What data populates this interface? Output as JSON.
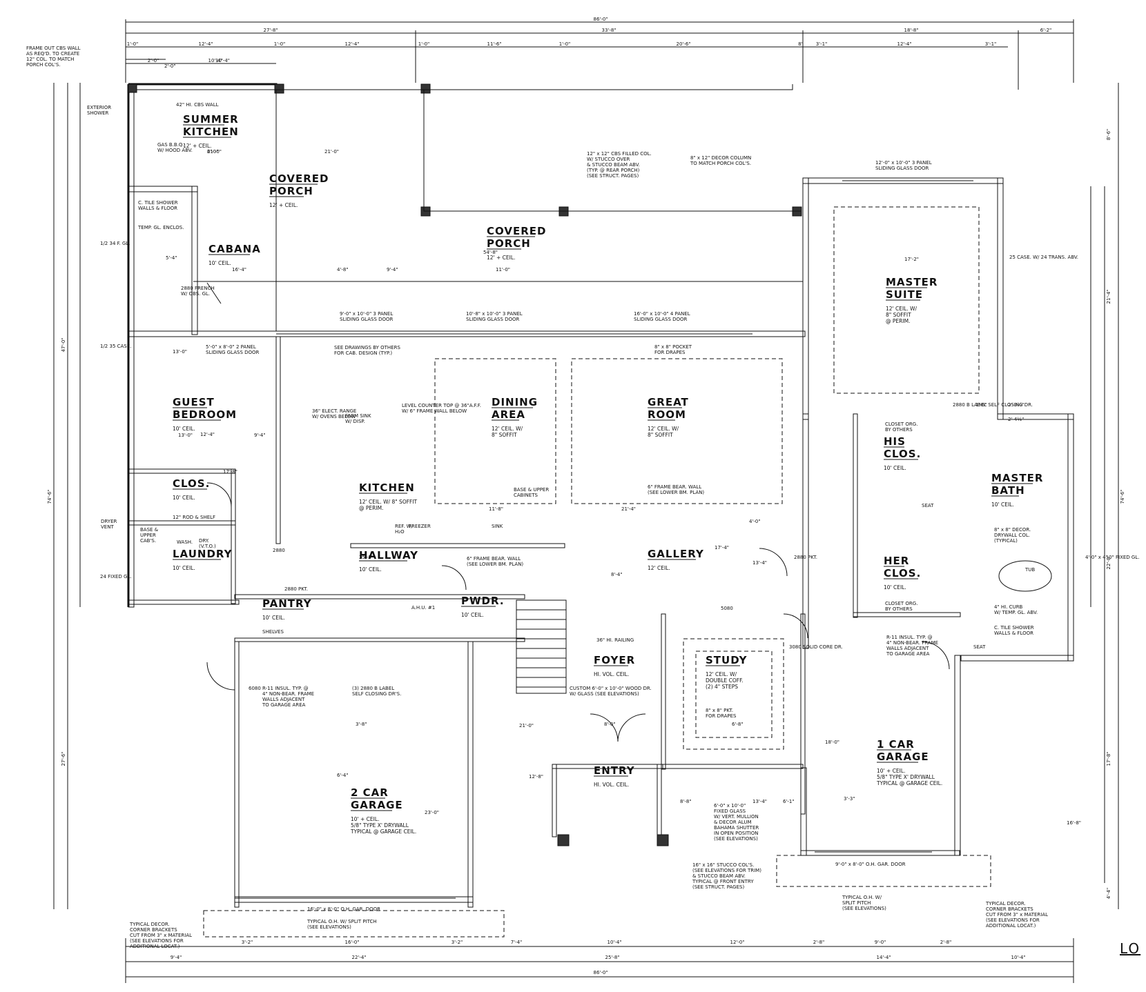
{
  "title_fragment": "LO",
  "rooms": [
    {
      "id": "summer-kitchen",
      "name": [
        "SUMMER",
        "KITCHEN"
      ],
      "sub": [
        "12' + CEIL."
      ]
    },
    {
      "id": "covered-porch-left",
      "name": [
        "COVERED",
        "PORCH"
      ],
      "sub": [
        "12' + CEIL."
      ]
    },
    {
      "id": "covered-porch-center",
      "name": [
        "COVERED",
        "PORCH"
      ],
      "sub": [
        "12' + CEIL."
      ]
    },
    {
      "id": "cabana",
      "name": [
        "CABANA"
      ],
      "sub": [
        "10' CEIL."
      ]
    },
    {
      "id": "master-suite",
      "name": [
        "MASTER",
        "SUITE"
      ],
      "sub": [
        "12' CEIL. W/",
        "8\" SOFFIT",
        "@ PERIM."
      ]
    },
    {
      "id": "guest-bedroom",
      "name": [
        "GUEST",
        "BEDROOM"
      ],
      "sub": [
        "10' CEIL."
      ]
    },
    {
      "id": "dining-area",
      "name": [
        "DINING",
        "AREA"
      ],
      "sub": [
        "12' CEIL. W/",
        "8\" SOFFIT"
      ]
    },
    {
      "id": "great-room",
      "name": [
        "GREAT",
        "ROOM"
      ],
      "sub": [
        "12' CEIL. W/",
        "8\" SOFFIT"
      ]
    },
    {
      "id": "kitchen",
      "name": [
        "KITCHEN"
      ],
      "sub": [
        "12' CEIL. W/ 8\" SOFFIT",
        "@ PERIM."
      ]
    },
    {
      "id": "clos",
      "name": [
        "CLOS."
      ],
      "sub": [
        "10' CEIL."
      ]
    },
    {
      "id": "his-clos",
      "name": [
        "HIS",
        "CLOS."
      ],
      "sub": [
        "10' CEIL."
      ]
    },
    {
      "id": "master-bath",
      "name": [
        "MASTER",
        "BATH"
      ],
      "sub": [
        "10' CEIL."
      ]
    },
    {
      "id": "laundry",
      "name": [
        "LAUNDRY"
      ],
      "sub": [
        "10' CEIL."
      ]
    },
    {
      "id": "hallway",
      "name": [
        "HALLWAY"
      ],
      "sub": [
        "10' CEIL."
      ]
    },
    {
      "id": "gallery",
      "name": [
        "GALLERY"
      ],
      "sub": [
        "12' CEIL."
      ]
    },
    {
      "id": "her-clos",
      "name": [
        "HER",
        "CLOS."
      ],
      "sub": [
        "10' CEIL."
      ]
    },
    {
      "id": "pantry",
      "name": [
        "PANTRY"
      ],
      "sub": [
        "10' CEIL."
      ]
    },
    {
      "id": "pwdr",
      "name": [
        "PWDR."
      ],
      "sub": [
        "10' CEIL."
      ]
    },
    {
      "id": "foyer",
      "name": [
        "FOYER"
      ],
      "sub": [
        "HI. VOL. CEIL."
      ]
    },
    {
      "id": "study",
      "name": [
        "STUDY"
      ],
      "sub": [
        "12' CEIL. W/",
        "DOUBLE COFF.",
        "(2) 4\" STEPS"
      ]
    },
    {
      "id": "one-car-garage",
      "name": [
        "1 CAR",
        "GARAGE"
      ],
      "sub": [
        "10' + CEIL.",
        "5/8\" TYPE X' DRYWALL",
        "TYPICAL @ GARAGE CEIL."
      ]
    },
    {
      "id": "entry",
      "name": [
        "ENTRY"
      ],
      "sub": [
        "HI. VOL. CEIL."
      ]
    },
    {
      "id": "two-car-garage",
      "name": [
        "2 CAR",
        "GARAGE"
      ],
      "sub": [
        "10' + CEIL.",
        "5/8\" TYPE X' DRYWALL",
        "TYPICAL @ GARAGE CEIL."
      ]
    }
  ],
  "notes": [
    {
      "id": "frame-out",
      "lines": [
        "FRAME OUT CBS WALL",
        "AS REQ'D. TO CREATE",
        "12\" COL. TO MATCH",
        "PORCH COL'S."
      ]
    },
    {
      "id": "ext-shower",
      "lines": [
        "EXTERIOR",
        "SHOWER"
      ]
    },
    {
      "id": "cbs-wall",
      "lines": [
        "42\" HI. CBS WALL"
      ]
    },
    {
      "id": "gas-bbq",
      "lines": [
        "GAS B.B.Q.",
        "W/ HOOD ABV."
      ]
    },
    {
      "id": "cbs-col",
      "lines": [
        "12\" x 12\" CBS FILLED COL.",
        "W/ STUCCO OVER",
        "& STUCCO BEAM ABV.",
        "(TYP. @ REAR PORCH)",
        "(SEE STRUCT. PAGES)"
      ]
    },
    {
      "id": "decor-col",
      "lines": [
        "8\" x 12\" DECOR COLUMN",
        "TO MATCH PORCH COL'S."
      ]
    },
    {
      "id": "slider-master",
      "lines": [
        "12'-0\" x 10'-0\" 3 PANEL",
        "SLIDING GLASS DOOR"
      ]
    },
    {
      "id": "tile-shower",
      "lines": [
        "C. TILE SHOWER",
        "WALLS & FLOOR"
      ]
    },
    {
      "id": "temp-gl",
      "lines": [
        "TEMP. GL. ENCLOS."
      ]
    },
    {
      "id": "french",
      "lines": [
        "2880 FRENCH",
        "W/ OBS. GL."
      ]
    },
    {
      "id": "slider-1",
      "lines": [
        "9'-0\" x 10'-0\" 3 PANEL",
        "SLIDING GLASS DOOR"
      ]
    },
    {
      "id": "slider-2",
      "lines": [
        "10'-8\" x 10'-0\" 3 PANEL",
        "SLIDING GLASS DOOR"
      ]
    },
    {
      "id": "slider-3",
      "lines": [
        "16'-0\" x 10'-0\" 4 PANEL",
        "SLIDING GLASS DOOR"
      ]
    },
    {
      "id": "slider-cabana",
      "lines": [
        "5'-0\" x 8'-0\" 2 PANEL",
        "SLIDING GLASS DOOR"
      ]
    },
    {
      "id": "cab-design",
      "lines": [
        "SEE DRAWINGS BY OTHERS",
        "FOR CAB. DESIGN (TYP.)"
      ]
    },
    {
      "id": "pocket",
      "lines": [
        "8\" x 8\" POCKET",
        "FOR DRAPES"
      ]
    },
    {
      "id": "frame-bear-1",
      "lines": [
        "6\" FRAME BEAR. WALL",
        "(SEE LOWER BM. PLAN)"
      ]
    },
    {
      "id": "frame-bear-2",
      "lines": [
        "6\" FRAME BEAR. WALL",
        "(SEE LOWER BM. PLAN)"
      ]
    },
    {
      "id": "base-upper",
      "lines": [
        "BASE & UPPER",
        "CABINETS"
      ]
    },
    {
      "id": "rod-shelf",
      "lines": [
        "12\" ROD & SHELF"
      ]
    },
    {
      "id": "dryer-vent",
      "lines": [
        "DRYER",
        "VENT"
      ]
    },
    {
      "id": "closet-org-1",
      "lines": [
        "CLOSET ORG.",
        "BY OTHERS"
      ]
    },
    {
      "id": "closet-org-2",
      "lines": [
        "CLOSET ORG.",
        "BY OTHERS"
      ]
    },
    {
      "id": "drywall-col",
      "lines": [
        "8\" x 8\" DECOR.",
        "DRYWALL COL.",
        "(TYPICAL)"
      ]
    },
    {
      "id": "curb",
      "lines": [
        "4\" HI. CURB",
        "W/ TEMP. GL. ABV."
      ]
    },
    {
      "id": "tile-shower-2",
      "lines": [
        "C. TILE SHOWER",
        "WALLS & FLOOR"
      ]
    },
    {
      "id": "r11-right",
      "lines": [
        "R-11 INSUL. TYP. @",
        "4\" NON-BEAR. FRAME",
        "WALLS ADJACENT",
        "TO GARAGE AREA"
      ]
    },
    {
      "id": "r11-left",
      "lines": [
        "R-11 INSUL. TYP. @",
        "4\" NON-BEAR. FRAME",
        "WALLS ADJACENT",
        "TO GARAGE AREA"
      ]
    },
    {
      "id": "label-doors",
      "lines": [
        "(3) 2880 B LABEL",
        "SELF CLOSING DR'S."
      ]
    },
    {
      "id": "railing",
      "lines": [
        "36\" HI. RAILING"
      ]
    },
    {
      "id": "custom-door",
      "lines": [
        "CUSTOM 6'-0\" x 10'-0\" WOOD DR.",
        "W/ GLASS (SEE ELEVATIONS)"
      ]
    },
    {
      "id": "pkt-drapes",
      "lines": [
        "8\" x 8\" PKT.",
        "FOR DRAPES"
      ]
    },
    {
      "id": "fixed-glass",
      "lines": [
        "6'-0\" x 10'-0\"",
        "FIXED GLASS",
        "W/ VERT. MULLION",
        "& DECOR ALUM",
        "BAHAMA SHUTTER",
        "IN OPEN POSITION",
        "(SEE ELEVATIONS)"
      ]
    },
    {
      "id": "stucco-cols",
      "lines": [
        "16\" x 16\" STUCCO COL'S.",
        "(SEE ELEVATIONS FOR TRIM)",
        "& STUCCO BEAM ABV.",
        "TYPICAL @ FRONT ENTRY",
        "(SEE STRUCT. PAGES)"
      ]
    },
    {
      "id": "gar-door-1",
      "lines": [
        "9'-0\" x 8'-0\" O.H. GAR. DOOR"
      ]
    },
    {
      "id": "oh-split-right",
      "lines": [
        "TYPICAL O.H. W/",
        "SPLIT PITCH",
        "(SEE ELEVATIONS)"
      ]
    },
    {
      "id": "gar-door-2",
      "lines": [
        "16'-0\" x 8'-0\" O.H. GAR. DOOR"
      ]
    },
    {
      "id": "oh-split-left",
      "lines": [
        "TYPICAL O.H. W/ SPLIT PITCH",
        "(SEE ELEVATIONS)"
      ]
    },
    {
      "id": "brackets-left",
      "lines": [
        "TYPICAL DECOR.",
        "CORNER BRACKETS",
        "CUT FROM 3\" x MATERIAL",
        "(SEE ELEVATIONS FOR",
        "ADDITIONAL LOCAT.)"
      ]
    },
    {
      "id": "brackets-right",
      "lines": [
        "TYPICAL DECOR.",
        "CORNER BRACKETS",
        "CUT FROM 3\" x MATERIAL",
        "(SEE ELEVATIONS FOR",
        "ADDITIONAL LOCAT.)"
      ]
    },
    {
      "id": "counter",
      "lines": [
        "LEVEL COUNTER TOP @ 36\"A.F.F.",
        "W/ 6\" FRAME WALL BELOW"
      ]
    },
    {
      "id": "farm-sink",
      "lines": [
        "FARM SINK",
        "W/ DISP."
      ]
    },
    {
      "id": "range",
      "lines": [
        "36\" ELECT. RANGE",
        "W/ OVENS BELOW"
      ]
    },
    {
      "id": "shelves",
      "lines": [
        "SHELVES"
      ]
    },
    {
      "id": "ref",
      "lines": [
        "REF. W/",
        "H₂O"
      ]
    },
    {
      "id": "freezer",
      "lines": [
        "FREEZER"
      ]
    },
    {
      "id": "sink-k",
      "lines": [
        "SINK"
      ]
    },
    {
      "id": "wash",
      "lines": [
        "WASH."
      ]
    },
    {
      "id": "dryer",
      "lines": [
        "DRY.",
        "(V.T.O.)"
      ]
    },
    {
      "id": "seat-1",
      "lines": [
        "SEAT"
      ]
    },
    {
      "id": "seat-2",
      "lines": [
        "SEAT"
      ]
    },
    {
      "id": "tub",
      "lines": [
        "TUB"
      ]
    },
    {
      "id": "ahu",
      "lines": [
        "A.H.U. #1"
      ]
    },
    {
      "id": "base-upper-cabs",
      "lines": [
        "BASE &",
        "UPPER",
        "CAB'S."
      ]
    }
  ],
  "dimensions": {
    "overall_top": "86'-0\"",
    "overall_bottom": "86'-0\"",
    "top_segments": [
      "27'-8\"",
      "33'-8\"",
      "18'-8\"",
      "6'-2\""
    ],
    "top_row2": [
      "1'-0\"",
      "12'-4\"",
      "1'-0\"",
      "12'-4\"",
      "1'-0\"",
      "11'-6\"",
      "1'-0\"",
      "20'-6\"",
      "8\"",
      "3'-1\"",
      "12'-4\"",
      "3'-1\""
    ],
    "bottom_segments": [
      "9'-4\"",
      "22'-4\"",
      "25'-8\"",
      "14'-4\"",
      "10'-4\""
    ],
    "bottom_row2": [
      "3'-2\"",
      "16'-0\"",
      "3'-2\"",
      "7'-4\"",
      "10'-4\"",
      "12'-0\"",
      "2'-8\"",
      "9'-0\"",
      "2'-8\""
    ],
    "left_overall": "74'-6\"",
    "right_overall": "74'-6\"",
    "left_segments": [
      "47'-0\"",
      "27'-6\""
    ],
    "right_segments": [
      "8'-6\"",
      "21'-4\"",
      "22'-8\"",
      "17'-8\"",
      "4'-4\""
    ],
    "interior": [
      "10'-4\"",
      "2'-0\"",
      "21'-0\"",
      "6'-0\"",
      "21'-0\"",
      "54'-8\"",
      "5'-4\"",
      "16'-4\"",
      "4'-8\"",
      "9'-4\"",
      "11'-0\"",
      "17'-2\"",
      "13'-0\"",
      "12'-4\"",
      "11'-8\"",
      "21'-4\"",
      "17'-4\"",
      "25'-8\"",
      "8'-4\"",
      "13'-4\"",
      "4'-0\"",
      "6'-8\"",
      "12'-8\"",
      "8'-8\"",
      "13'-4\"",
      "6'-1\"",
      "3'-3\"",
      "13'-0\"",
      "9'-4\"",
      "3'-8\"",
      "21'-0\"",
      "8'-0\"",
      "6'-4\"",
      "23'-0\"",
      "18'-0\"",
      "16'-8\"",
      "17'-8\"",
      "2880",
      "2880 PKT.",
      "2880 PKT.",
      "5080",
      "6080",
      "3080 SOLID CORE DR.",
      "2880 B LABEL SELF CLOSING DR.",
      "1'-6\"",
      "2'-3½\"",
      "2'-4½\"",
      "1/2 34 F. GL.",
      "1/2 35 CASE.",
      "24 FIXED GL.",
      "4'-0\" x 4'-0\" FIXED GL.",
      "25 CASE. W/ 24 TRANS. ABV."
    ]
  }
}
